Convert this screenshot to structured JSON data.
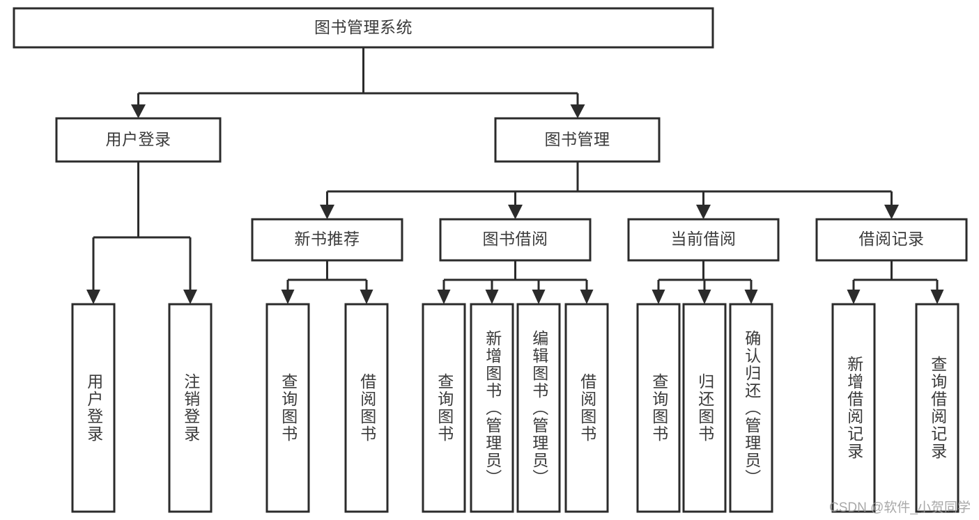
{
  "diagram": {
    "type": "tree-hierarchy",
    "title": "图书管理系统",
    "watermark": "CSDN @软件_小贺同学",
    "colors": {
      "box_stroke": "#2b2b2b",
      "box_fill": "#ffffff",
      "text": "#3a3a3a",
      "connector": "#2b2b2b",
      "watermark": "#9a9a9a",
      "background": "#ffffff"
    },
    "root": {
      "label": "图书管理系统"
    },
    "level2": [
      {
        "label": "用户登录"
      },
      {
        "label": "图书管理"
      }
    ],
    "level3": [
      {
        "label": "新书推荐"
      },
      {
        "label": "图书借阅"
      },
      {
        "label": "当前借阅"
      },
      {
        "label": "借阅记录"
      }
    ],
    "leaves": {
      "user_login": [
        {
          "label": "用户登录"
        },
        {
          "label": "注销登录"
        }
      ],
      "new_book_recommend": [
        {
          "label": "查询图书"
        },
        {
          "label": "借阅图书"
        }
      ],
      "book_borrow": [
        {
          "label": "查询图书"
        },
        {
          "label": "新增图书（管理员）"
        },
        {
          "label": "编辑图书（管理员）"
        },
        {
          "label": "借阅图书"
        }
      ],
      "current_borrow": [
        {
          "label": "查询图书"
        },
        {
          "label": "归还图书"
        },
        {
          "label": "确认归还（管理员）"
        }
      ],
      "borrow_record": [
        {
          "label": "新增借阅记录"
        },
        {
          "label": "查询借阅记录"
        }
      ]
    }
  }
}
